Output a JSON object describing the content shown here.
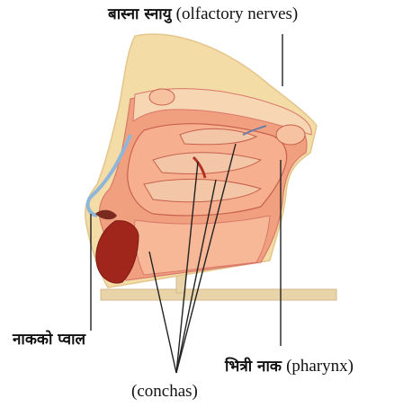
{
  "labels": {
    "olfactory": {
      "native": "बास्ना स्नायु",
      "english": "(olfactory nerves)"
    },
    "nostril_lining": {
      "native": "नाकको प्वाल"
    },
    "pharynx": {
      "native": "भित्री नाक",
      "english": "(pharynx)"
    },
    "conchas": {
      "english": "(conchas)"
    }
  },
  "colors": {
    "skin": "#f3dca6",
    "tissue": "#f1a07f",
    "cavity": "#f6b08f",
    "bone": "#f7d6b4",
    "bone_dots": "#c7533f",
    "cartilage_blue": "#8fb6d9",
    "nostril_red": "#a0261c",
    "stand": "#e9d3a8",
    "leader_line": "#222222"
  }
}
